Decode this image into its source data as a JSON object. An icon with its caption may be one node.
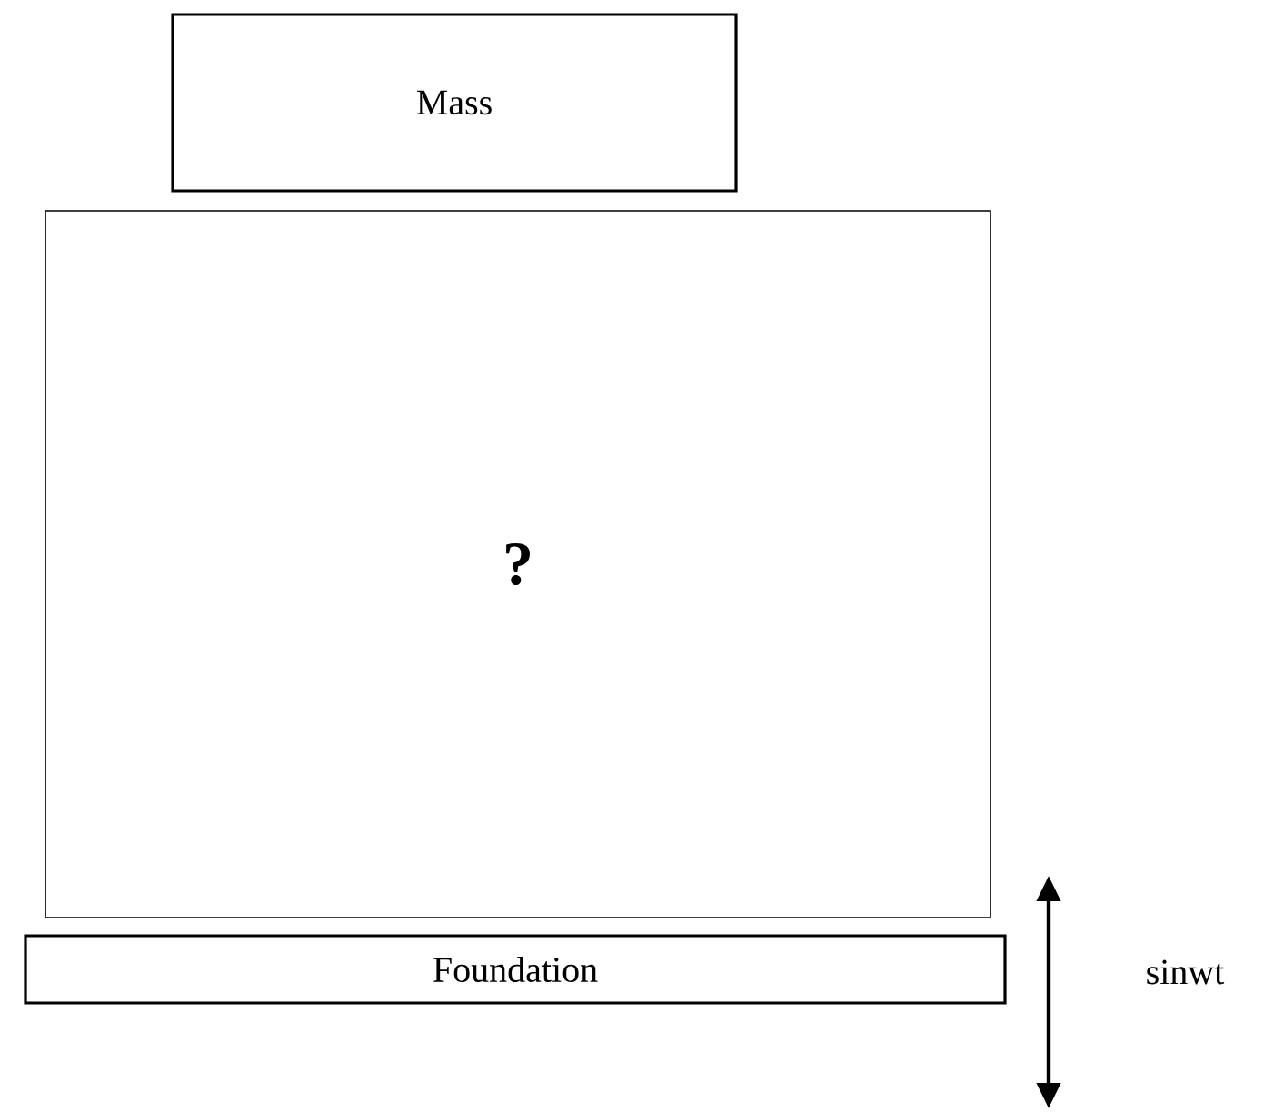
{
  "diagram": {
    "nodes": [
      {
        "text": [
          "Mass"
        ]
      },
      {
        "text": [
          "?"
        ]
      },
      {
        "text": [
          "Foundation"
        ]
      }
    ],
    "labels": [
      "sinwt"
    ]
  }
}
